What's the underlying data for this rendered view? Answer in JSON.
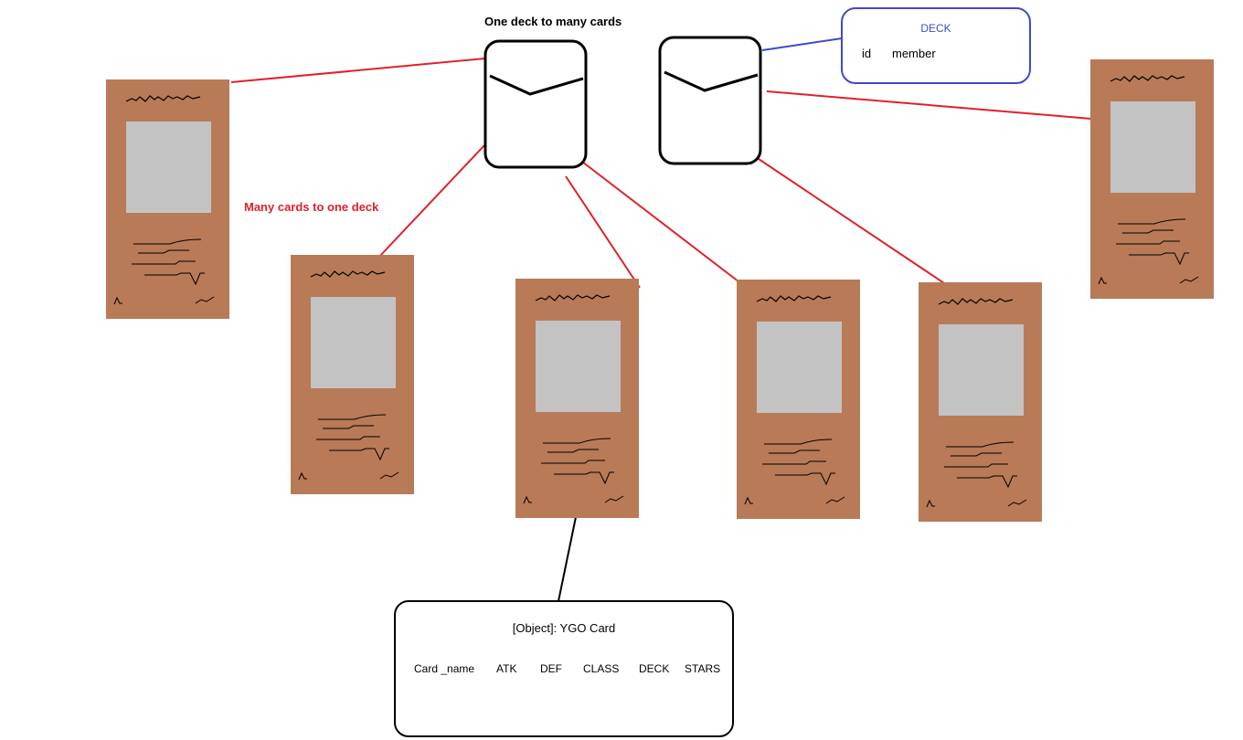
{
  "labels": {
    "one_to_many": "One deck to many cards",
    "many_to_one": "Many cards to one deck"
  },
  "deck_entity": {
    "title": "DECK",
    "fields": [
      "id",
      "member"
    ]
  },
  "card_object": {
    "title": "[Object]: YGO Card",
    "fields": [
      "Card _name",
      "ATK",
      "DEF",
      "CLASS",
      "DECK",
      "STARS"
    ]
  },
  "colors": {
    "card_body": "#b97a57",
    "card_art": "#c3c3c3",
    "relation_line": "#e0202a",
    "entity_line": "#3f48cc",
    "outline": "#000000"
  }
}
